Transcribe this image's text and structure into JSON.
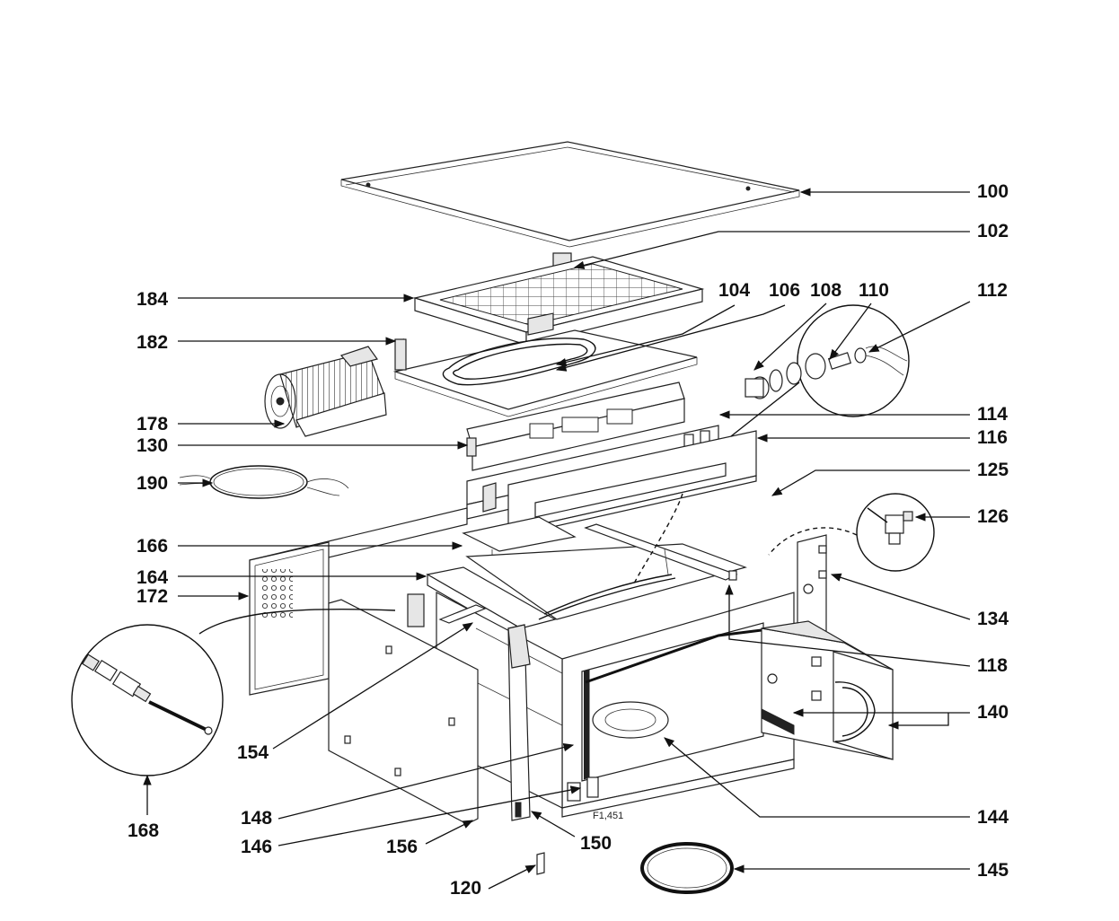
{
  "figure_code": "F1,451",
  "callouts": [
    {
      "id": "c100",
      "label": "100"
    },
    {
      "id": "c102",
      "label": "102"
    },
    {
      "id": "c104",
      "label": "104"
    },
    {
      "id": "c106",
      "label": "106"
    },
    {
      "id": "c108",
      "label": "108"
    },
    {
      "id": "c110",
      "label": "110"
    },
    {
      "id": "c112",
      "label": "112"
    },
    {
      "id": "c114",
      "label": "114"
    },
    {
      "id": "c116",
      "label": "116"
    },
    {
      "id": "c118",
      "label": "118"
    },
    {
      "id": "c120",
      "label": "120"
    },
    {
      "id": "c125",
      "label": "125"
    },
    {
      "id": "c126",
      "label": "126"
    },
    {
      "id": "c130",
      "label": "130"
    },
    {
      "id": "c134",
      "label": "134"
    },
    {
      "id": "c140",
      "label": "140"
    },
    {
      "id": "c144",
      "label": "144"
    },
    {
      "id": "c145",
      "label": "145"
    },
    {
      "id": "c146",
      "label": "146"
    },
    {
      "id": "c148",
      "label": "148"
    },
    {
      "id": "c150",
      "label": "150"
    },
    {
      "id": "c154",
      "label": "154"
    },
    {
      "id": "c156",
      "label": "156"
    },
    {
      "id": "c164",
      "label": "164"
    },
    {
      "id": "c166",
      "label": "166"
    },
    {
      "id": "c168",
      "label": "168"
    },
    {
      "id": "c172",
      "label": "172"
    },
    {
      "id": "c178",
      "label": "178"
    },
    {
      "id": "c182",
      "label": "182"
    },
    {
      "id": "c184",
      "label": "184"
    },
    {
      "id": "c190",
      "label": "190"
    }
  ]
}
